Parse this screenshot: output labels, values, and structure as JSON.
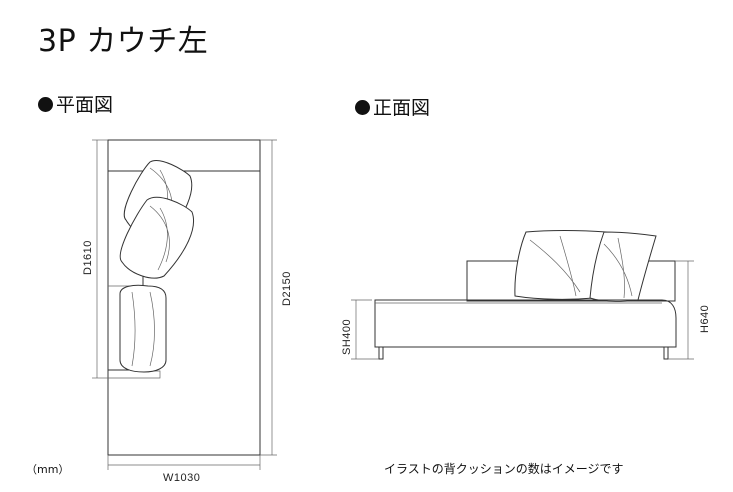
{
  "title": "3P カウチ左",
  "sections": {
    "plan": "平面図",
    "front": "正面図"
  },
  "dimensions": {
    "width": "W1030",
    "depth_plan": "D1610",
    "depth_total": "D2150",
    "seat_height": "SH400",
    "height": "H640"
  },
  "unit": "（mm）",
  "note": "イラストの背クッションの数はイメージです"
}
